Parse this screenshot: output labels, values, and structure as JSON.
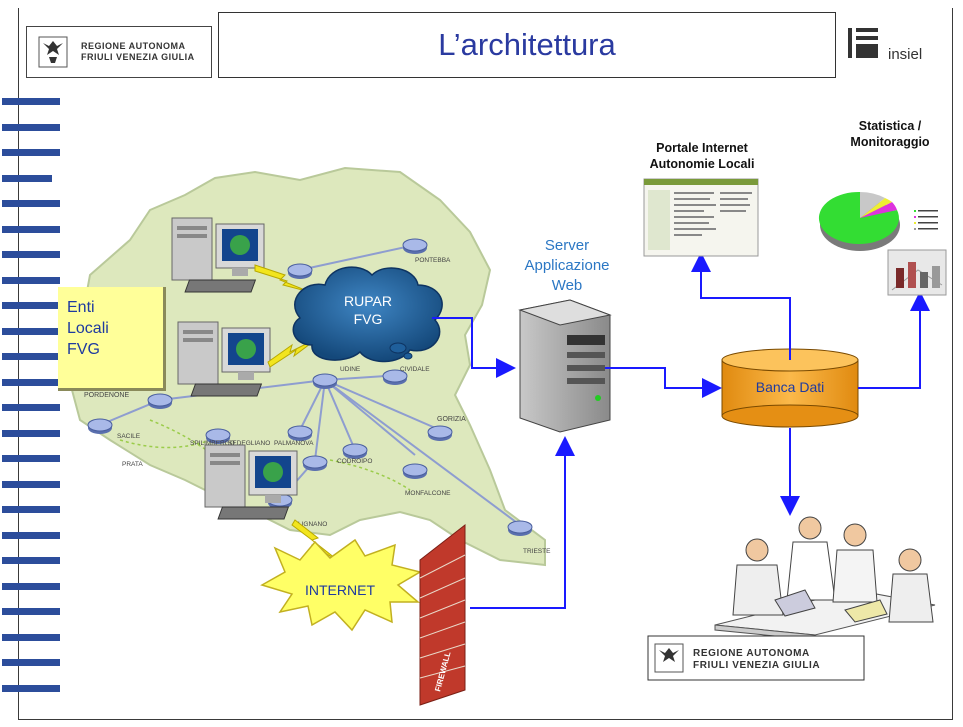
{
  "header": {
    "title": "L’architettura",
    "region_logo_line1": "REGIONE AUTONOMA",
    "region_logo_line2": "FRIULI VENEZIA GIULIA",
    "insiel_logo": "insiel"
  },
  "enti_box": {
    "line1": "Enti",
    "line2": "Locali",
    "line3": "FVG"
  },
  "network": {
    "rupar_line1": "RUPAR",
    "rupar_line2": "FVG",
    "internet": "INTERNET",
    "firewall": "FIREWALL"
  },
  "server": {
    "line1": "Server",
    "line2": "Applicazione",
    "line3": "Web"
  },
  "database": {
    "label": "Banca Dati"
  },
  "portal": {
    "line1": "Portale Internet",
    "line2": "Autonomie Locali"
  },
  "stats": {
    "line1": "Statistica /",
    "line2": "Monitoraggio"
  },
  "map_places": {
    "pontebba": "PONTEBBA",
    "udine": "UDINE",
    "cividale": "CIVIDALE",
    "pordenone": "PORDENONE",
    "gorizia": "GORIZIA",
    "sacile": "SACILE",
    "prata": "PRATA",
    "palmanova": "PALMANOVA",
    "codroipo": "CODROIPO",
    "monfalcone": "MONFALCONE",
    "trieste": "TRIESTE",
    "sedegliano": "SEDEGLIANO",
    "lignano": "LIGNANO",
    "spilimbergo": "SPILIMBERGO"
  },
  "footer_logo": {
    "line1": "REGIONE AUTONOMA",
    "line2": "FRIULI VENEZIA GIULIA"
  },
  "colors": {
    "accent_blue": "#2a3aa0",
    "arrow_blue": "#1a1aff",
    "stripe_blue": "#2c4d9b",
    "db_orange": "#f7a01f",
    "cloud_blue": "#1f5f9b",
    "enti_yellow": "#ffff99",
    "map_green": "#dde8bd"
  }
}
